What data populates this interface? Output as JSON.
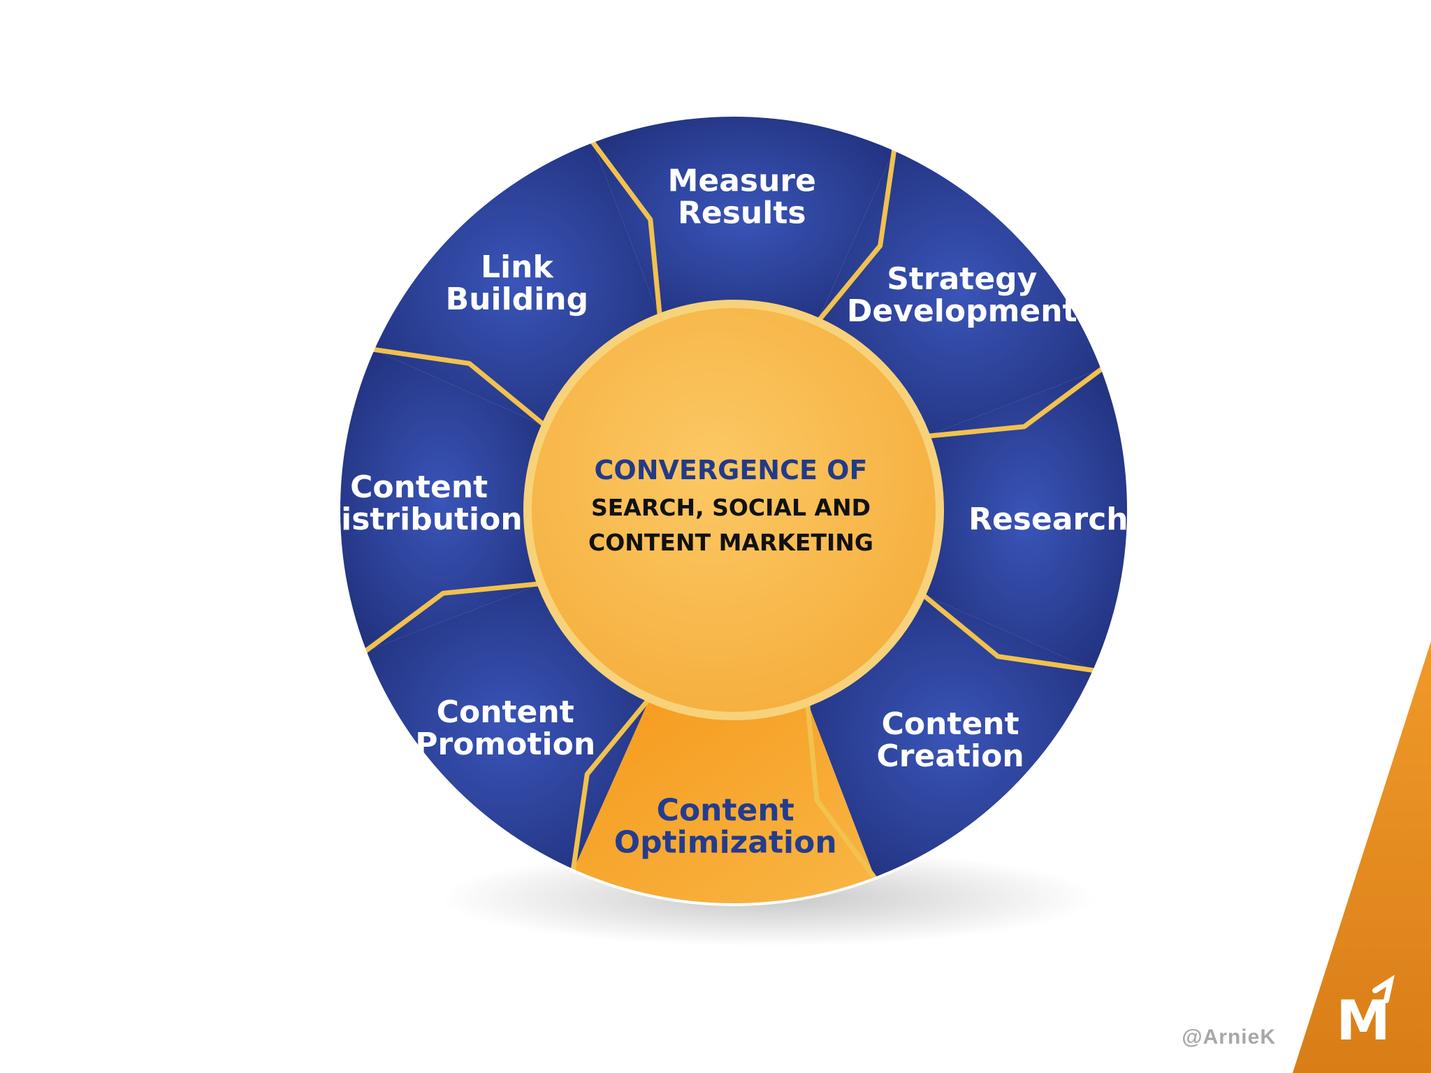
{
  "center": {
    "line1": "CONVERGENCE OF",
    "line2": "SEARCH, SOCIAL AND",
    "line3": "CONTENT MARKETING"
  },
  "segments": [
    {
      "line1": "Strategy",
      "line2": "Development"
    },
    {
      "line1": "Research",
      "line2": ""
    },
    {
      "line1": "Content",
      "line2": "Creation"
    },
    {
      "line1": "Content",
      "line2": "Optimization",
      "highlighted": true
    },
    {
      "line1": "Content",
      "line2": "Promotion"
    },
    {
      "line1": "Content",
      "line2": "Distribution"
    },
    {
      "line1": "Link",
      "line2": "Building"
    },
    {
      "line1": "Measure",
      "line2": "Results"
    }
  ],
  "footer": {
    "handle": "@ArnieK",
    "logo_letter": "M"
  },
  "colors": {
    "segment_blue": "#2b3f99",
    "segment_highlight": "#f4a428",
    "divider_gold": "#f2c24e",
    "center_fill": "#f9bd52",
    "corner_orange": "#e68a1f"
  }
}
